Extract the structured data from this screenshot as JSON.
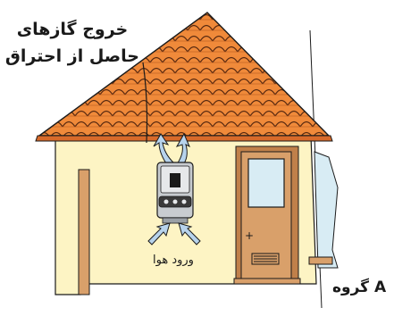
{
  "labels": {
    "exhaust_line1": "خروج گازهای",
    "exhaust_line2": "حاصل از احتراق",
    "air_inlet": "ورود هوا",
    "group_word": "گروه",
    "group_letter": "A"
  },
  "colors": {
    "roof_tile": "#f08a3a",
    "roof_edge": "#1a1a1a",
    "wall": "#fdf4c4",
    "door": "#d9a06a",
    "door_frame": "#c0804a",
    "window_glass": "#d8ecf4",
    "heater_body": "#c8ccd0",
    "airflow_arrow": "#b7d3ec"
  },
  "icons": [
    "gas-water-heater-icon",
    "exhaust-arrow-icon",
    "air-inlet-arrow-icon"
  ]
}
